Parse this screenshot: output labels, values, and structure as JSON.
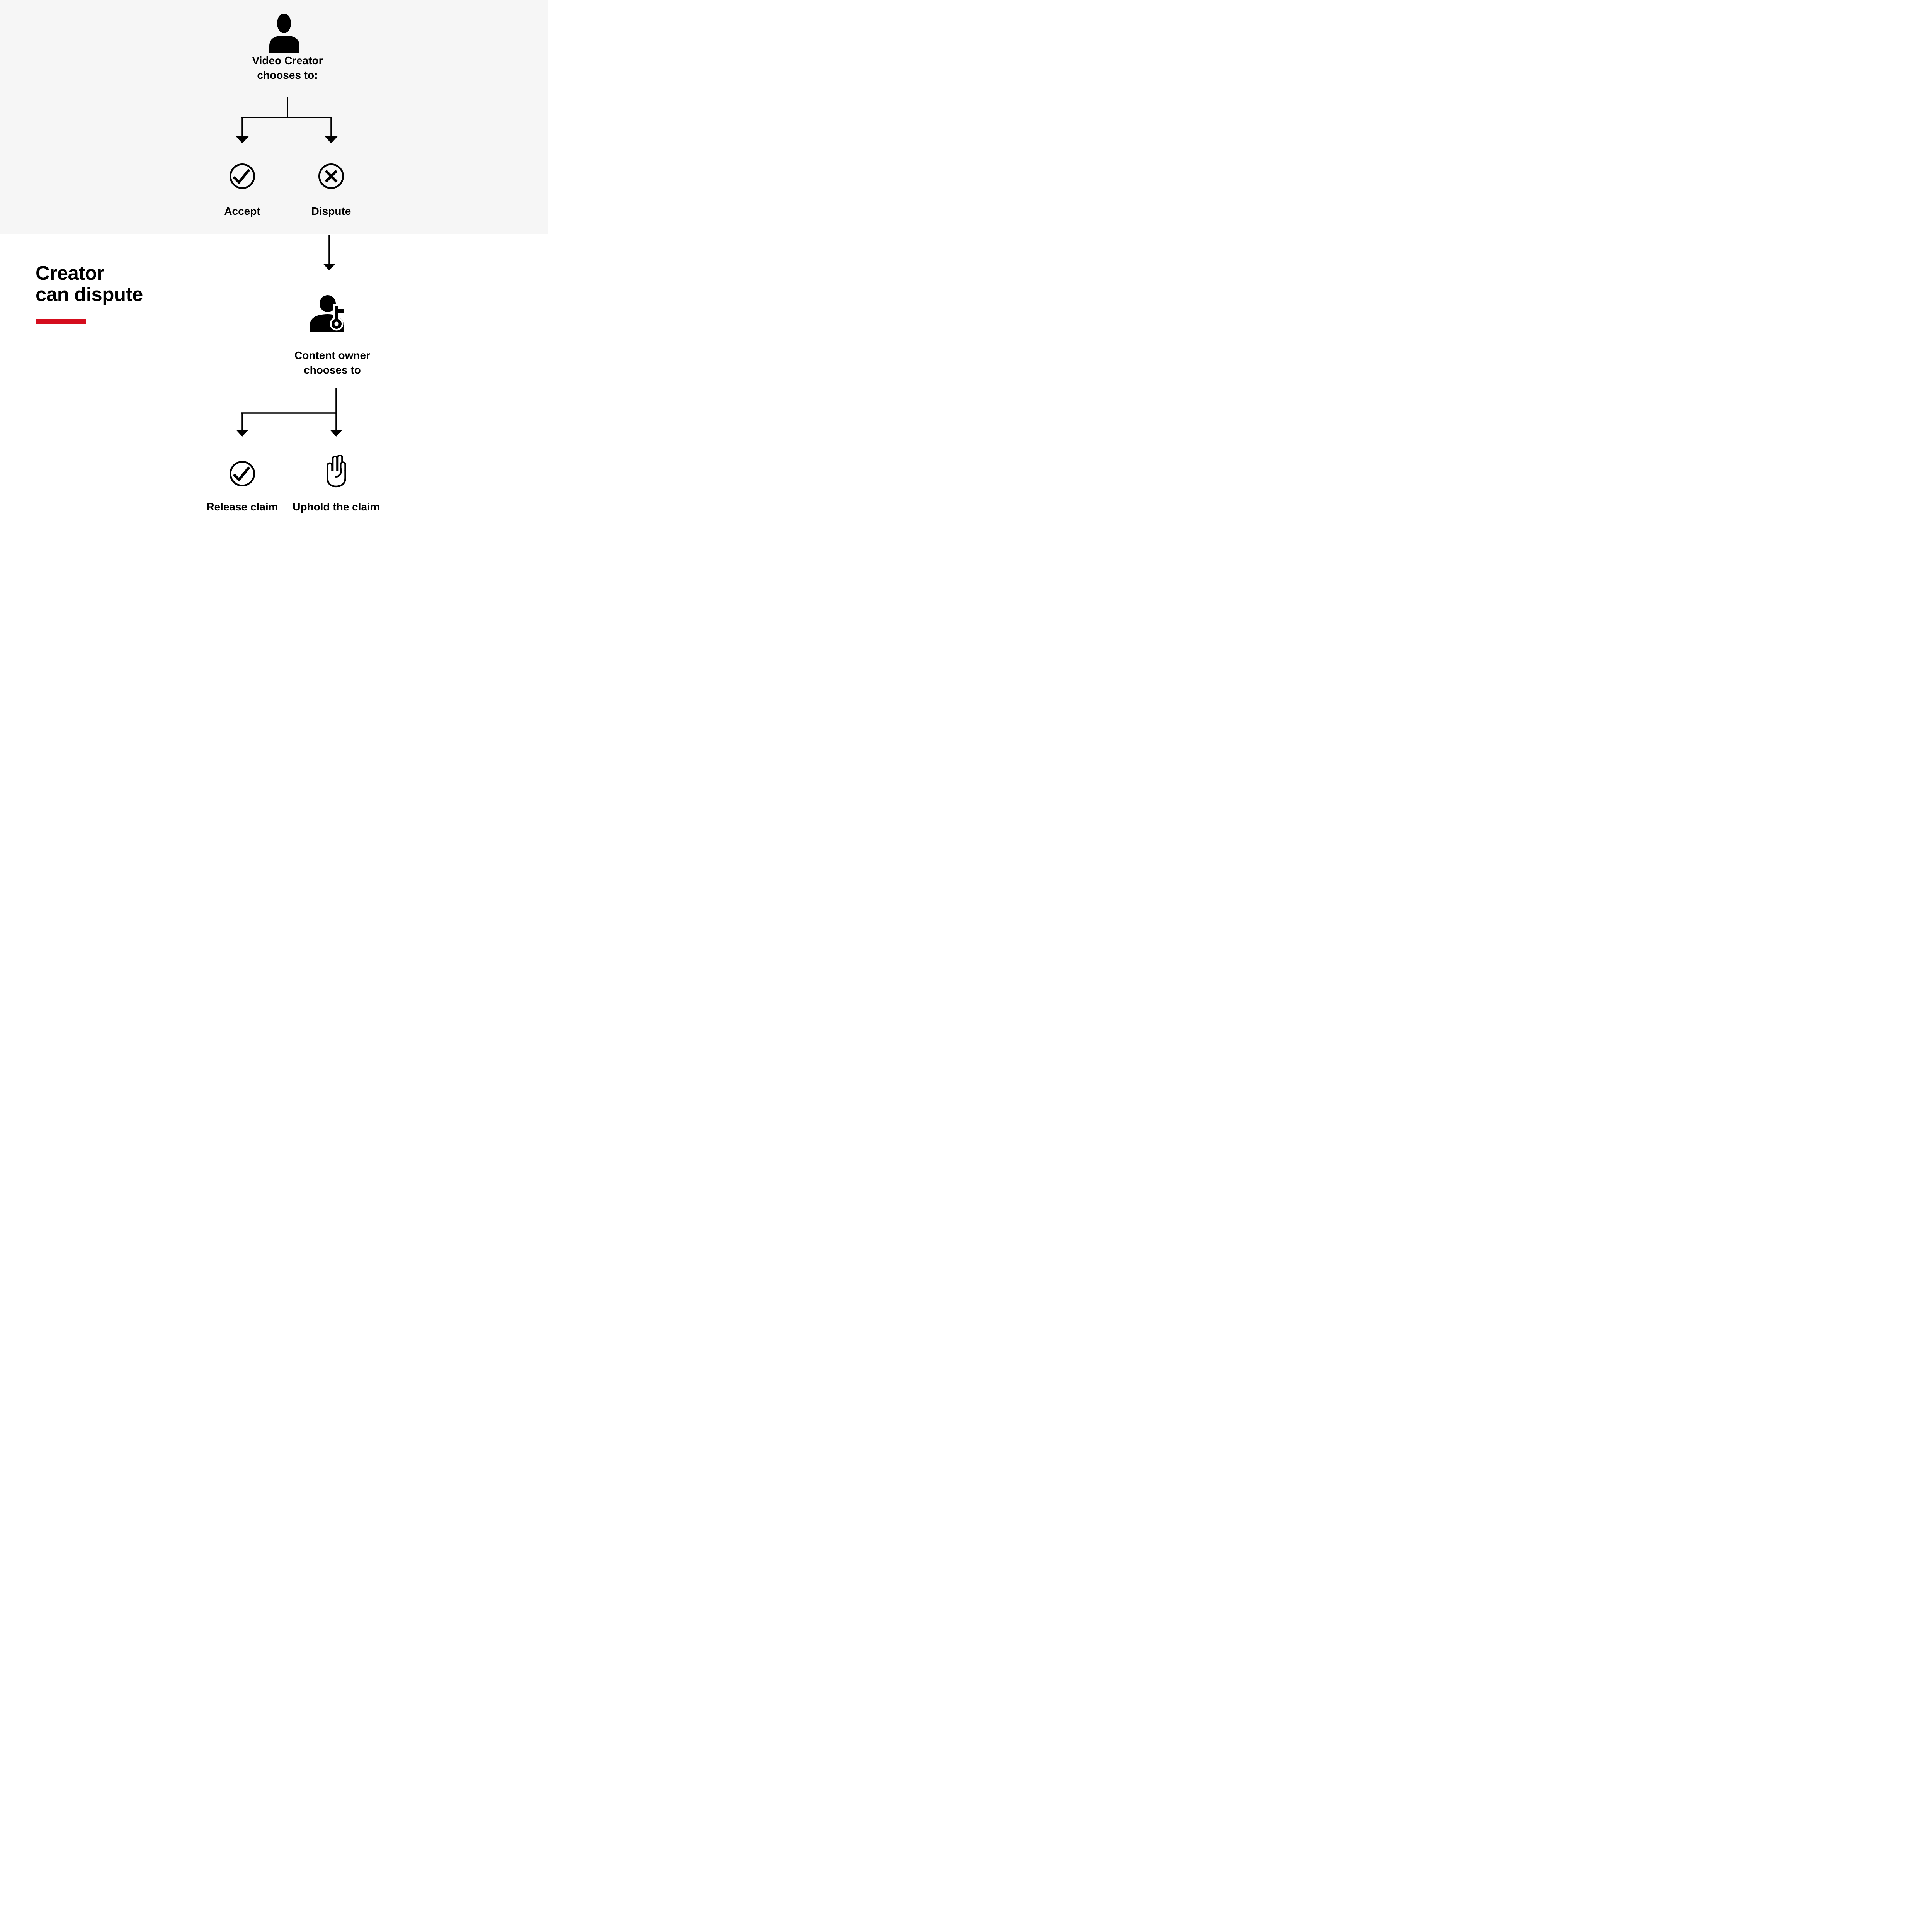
{
  "colors": {
    "band_bg": "#f6f6f6",
    "page_bg": "#ffffff",
    "ink": "#000000",
    "accent_red": "#d50d1d"
  },
  "heading": {
    "line1": "Creator",
    "line2": "can dispute"
  },
  "flow": {
    "creator": {
      "icon": "person-icon",
      "label_line1": "Video Creator",
      "label_line2": "chooses to:"
    },
    "creator_options": [
      {
        "icon": "check-circle-icon",
        "label": "Accept"
      },
      {
        "icon": "x-circle-icon",
        "label": "Dispute"
      }
    ],
    "owner": {
      "icon": "person-key-icon",
      "label_line1": "Content owner",
      "label_line2": "chooses to"
    },
    "owner_options": [
      {
        "icon": "check-circle-icon",
        "label": "Release claim"
      },
      {
        "icon": "raised-hand-icon",
        "label": "Uphold the claim"
      }
    ]
  }
}
